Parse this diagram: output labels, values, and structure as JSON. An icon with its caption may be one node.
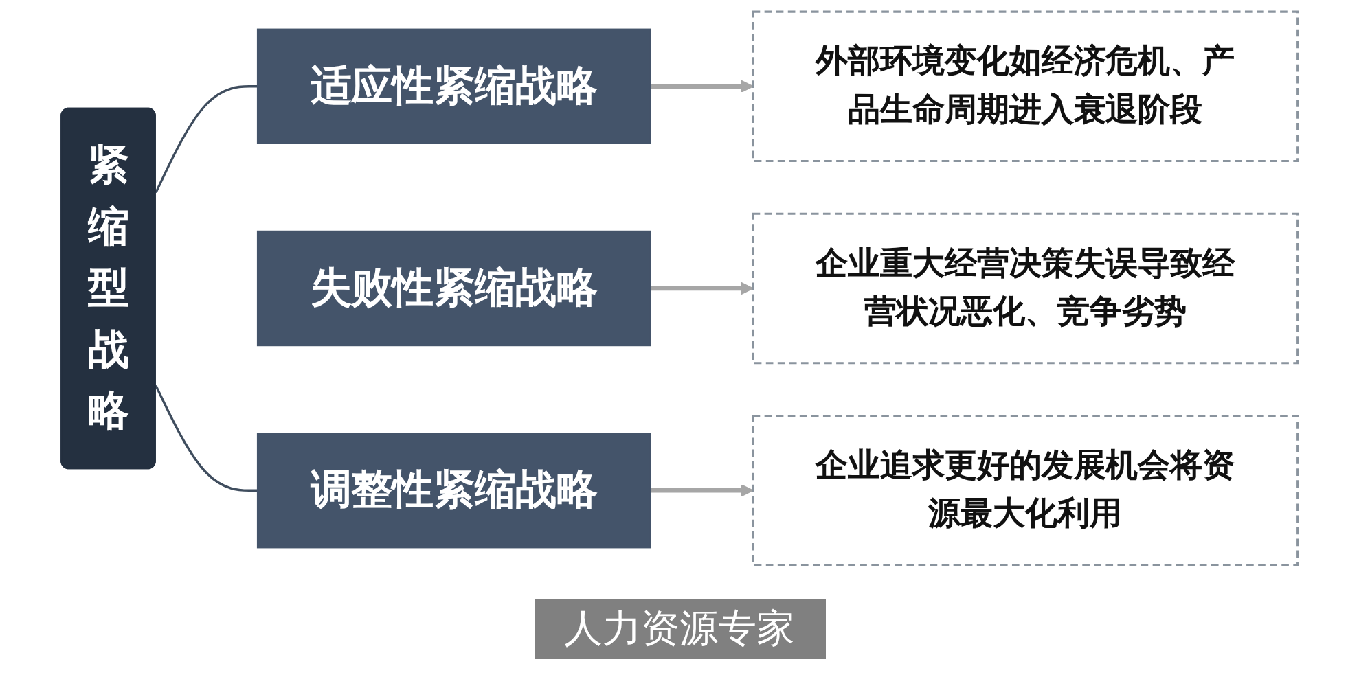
{
  "diagram": {
    "nodes": [
      {
        "text": [
          "紧缩型战略"
        ]
      },
      {
        "text": [
          "适应性紧缩战略"
        ]
      },
      {
        "text": [
          "失败性紧缩战略"
        ]
      },
      {
        "text": [
          "调整性紧缩战略"
        ]
      },
      {
        "text": [
          "外部环境变化如经济危机、产品生命周期进入衰退阶段"
        ]
      },
      {
        "text": [
          "企业重大经营决策失误导致经营状况恶化、竞争劣势"
        ]
      },
      {
        "text": [
          "企业追求更好的发展机会将资源最大化利用"
        ]
      }
    ],
    "edges": [
      {
        "from": 0,
        "to": 1,
        "arrow": "none",
        "color": "#3f4d5e"
      },
      {
        "from": 0,
        "to": 3,
        "arrow": "none",
        "color": "#3f4d5e"
      },
      {
        "from": 1,
        "to": 4,
        "arrow": "to"
      },
      {
        "from": 2,
        "to": 5,
        "arrow": "to"
      },
      {
        "from": 3,
        "to": 6,
        "arrow": "to"
      }
    ],
    "labels": [
      "人力资源专家"
    ]
  }
}
